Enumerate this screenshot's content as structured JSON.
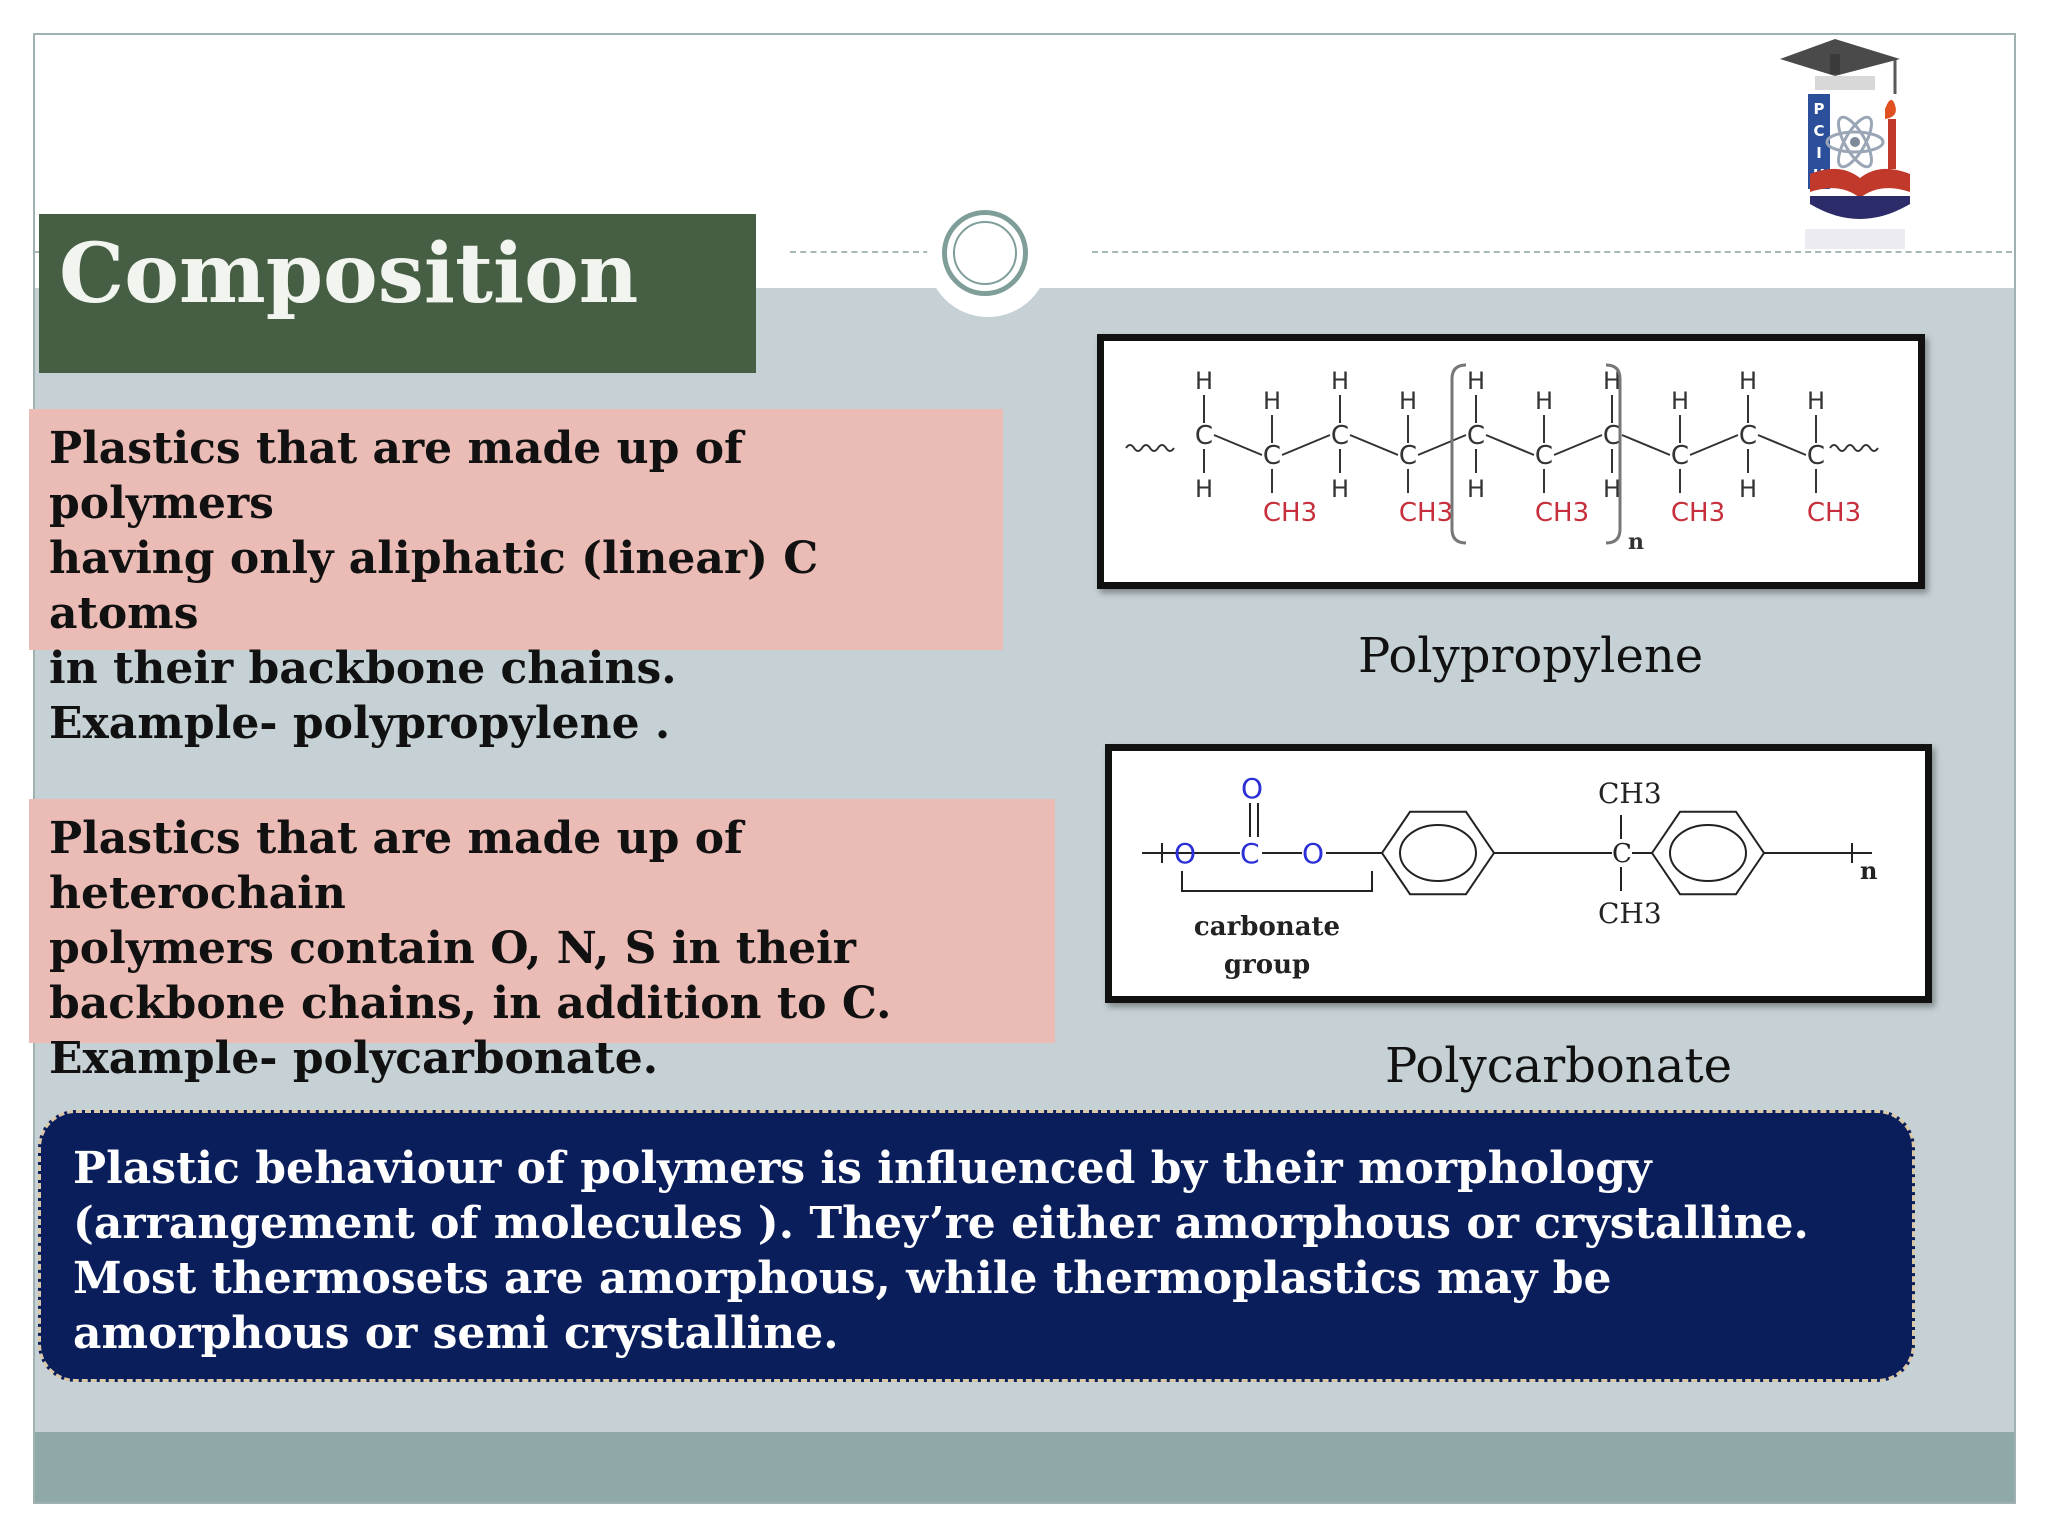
{
  "slide": {
    "title": "Composition",
    "logo_letters": "PCIU"
  },
  "boxes": {
    "aliphatic_text": "Plastics that are made up of polymers\nhaving only aliphatic (linear) C atoms\nin their backbone chains.\nExample- polypropylene .",
    "heterochain_text": "Plastics that are made up of heterochain\npolymers contain O, N, S in their\nbackbone chains, in addition to C.\nExample- polycarbonate.",
    "morphology_text": "Plastic behaviour of polymers is influenced by their morphology (arrangement of molecules ). They’re either amorphous or crystalline. Most thermosets are amorphous, while thermoplastics may be amorphous or semi crystalline."
  },
  "figures": {
    "polypropylene": {
      "caption": "Polypropylene",
      "atom_h": "H",
      "atom_c": "C",
      "group_ch3": "CH3",
      "repeat_n": "n"
    },
    "polycarbonate": {
      "caption": "Polycarbonate",
      "atom_o": "O",
      "atom_c": "C",
      "group_ch3": "CH3",
      "repeat_n": "n",
      "carbonate_label_1": "carbonate",
      "carbonate_label_2": "group"
    }
  },
  "colors": {
    "title_bg": "#465e43",
    "pink_box": "#ebbcb6",
    "navy_box": "#0b1e5c",
    "body_band": "#c5d1d5",
    "footer_band": "#8fa8a8",
    "methyl_red": "#c6303c",
    "oxygen_blue": "#2a2fd6"
  }
}
